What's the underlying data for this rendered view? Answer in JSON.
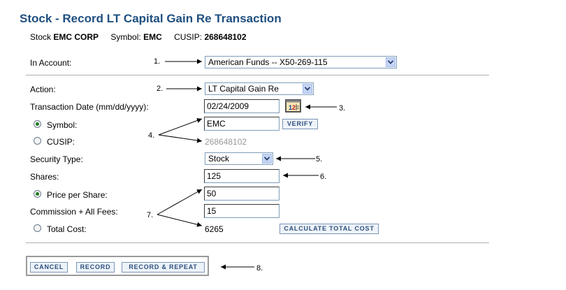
{
  "page_title": "Stock - Record LT Capital Gain Re Transaction",
  "security_info": {
    "stock_label": "Stock",
    "stock_value": "EMC CORP",
    "symbol_label": "Symbol:",
    "symbol_value": "EMC",
    "cusip_label": "CUSIP:",
    "cusip_value": "268648102"
  },
  "form": {
    "account_label": "In Account:",
    "account_value": "American Funds -- X50-269-115",
    "action_label": "Action:",
    "action_value": "LT Capital Gain Re",
    "date_label": "Transaction Date (mm/dd/yyyy):",
    "date_value": "02/24/2009",
    "symbol_radio_label": "Symbol:",
    "symbol_input_value": "EMC",
    "cusip_radio_label": "CUSIP:",
    "cusip_input_value": "268648102",
    "verify_button": "VERIFY",
    "security_type_label": "Security Type:",
    "security_type_value": "Stock",
    "shares_label": "Shares:",
    "shares_value": "125",
    "price_label": "Price per Share:",
    "price_value": "50",
    "fees_label": "Commission + All Fees:",
    "fees_value": "15",
    "total_label": "Total Cost:",
    "total_value": "6265",
    "calculate_button": "CALCULATE TOTAL COST",
    "selected_identifier": "symbol",
    "selected_cost_mode": "price_per_share"
  },
  "buttons": {
    "cancel": "CANCEL",
    "record": "RECORD",
    "record_repeat": "RECORD & REPEAT"
  },
  "annotations": [
    "1.",
    "2.",
    "3.",
    "4.",
    "5.",
    "6.",
    "7.",
    "8."
  ],
  "colors": {
    "title": "#1f4f7f",
    "button_text": "#2c4f7c",
    "radio_selected": "#1e7a1e"
  }
}
